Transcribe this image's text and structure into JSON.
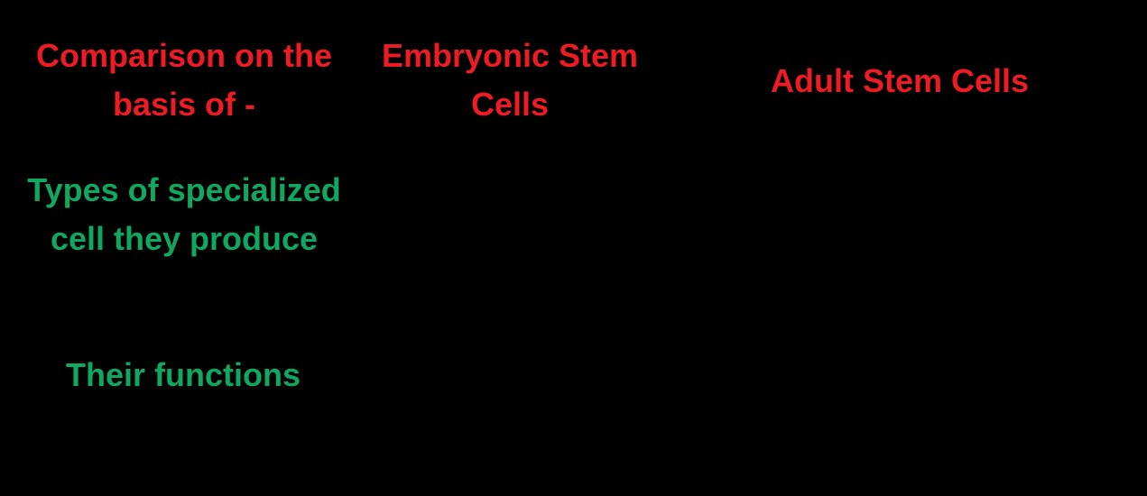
{
  "page": {
    "kind": "comparison-table",
    "background_color": "#000000"
  },
  "colors": {
    "header_text": "#ed1c24",
    "row_label_text": "#10a860"
  },
  "table": {
    "header_row": {
      "criteria": {
        "text": "Comparison on the basis of -",
        "lines": [
          "Comparison on the",
          "basis of -"
        ]
      },
      "embryonic": {
        "text": "Embryonic Stem Cells",
        "lines": [
          "Embryonic Stem",
          "Cells"
        ]
      },
      "adult": {
        "text": "Adult Stem Cells",
        "lines": [
          "Adult Stem Cells"
        ]
      }
    },
    "rows": [
      {
        "label": "Types of specialized cell they produce",
        "label_lines": [
          "Types of specialized",
          "cell they produce"
        ]
      },
      {
        "label": "Their functions",
        "label_lines": [
          "Their functions"
        ]
      }
    ]
  }
}
